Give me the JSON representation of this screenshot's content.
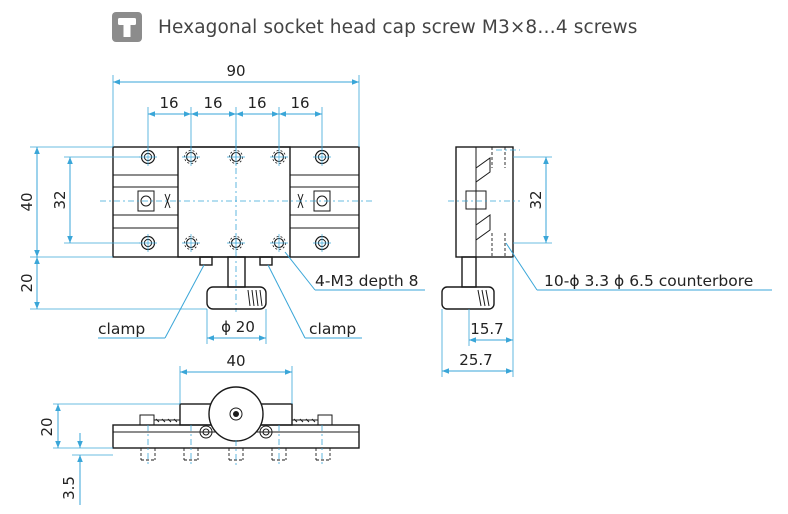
{
  "header": {
    "icon": "screw-icon",
    "title": "Hexagonal socket head cap screw M3×8…4 screws"
  },
  "top_view": {
    "overall_width": "90",
    "pitch_1": "16",
    "pitch_2": "16",
    "pitch_3": "16",
    "pitch_4": "16",
    "height": "40",
    "hole_spacing": "32",
    "knob_offset": "20",
    "knob_diameter": "ϕ 20",
    "tapped_holes": "4-M3 depth 8",
    "clamp_left": "clamp",
    "clamp_right": "clamp"
  },
  "side_view": {
    "hole_spacing": "32",
    "counterbore": "10-ϕ 3.3  ϕ 6.5 counterbore",
    "offset_1": "15.7",
    "offset_2": "25.7"
  },
  "front_view": {
    "stage_width": "40",
    "height": "20",
    "base_thickness": "3.5"
  },
  "colors": {
    "dimension_lines": "#3aa6d8",
    "outline": "#1a1a1a",
    "icon_bg": "#8c8c8c"
  }
}
